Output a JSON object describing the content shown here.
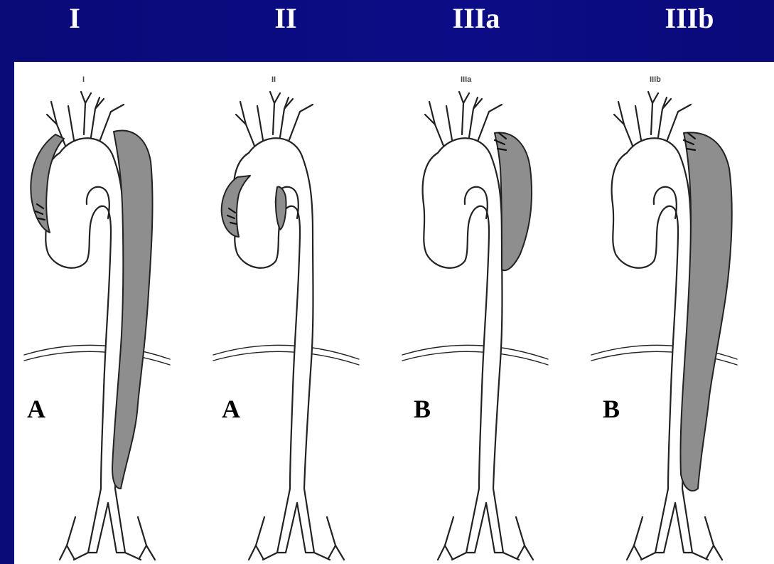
{
  "header": {
    "titles": [
      "I",
      "II",
      "IIIa",
      "IIIb"
    ]
  },
  "figure": {
    "panels": [
      {
        "small_label": "I",
        "class_label": "A",
        "false_lumen": "ascending-and-descending"
      },
      {
        "small_label": "II",
        "class_label": "A",
        "false_lumen": "ascending-only"
      },
      {
        "small_label": "IIIa",
        "class_label": "B",
        "false_lumen": "descending-thoracic"
      },
      {
        "small_label": "IIIb",
        "class_label": "B",
        "false_lumen": "descending-thoracoabdominal"
      }
    ]
  },
  "colors": {
    "background": "#0c0c86",
    "title_text": "#ffffff",
    "false_lumen": "#8e8e8e",
    "outline": "#222222"
  }
}
